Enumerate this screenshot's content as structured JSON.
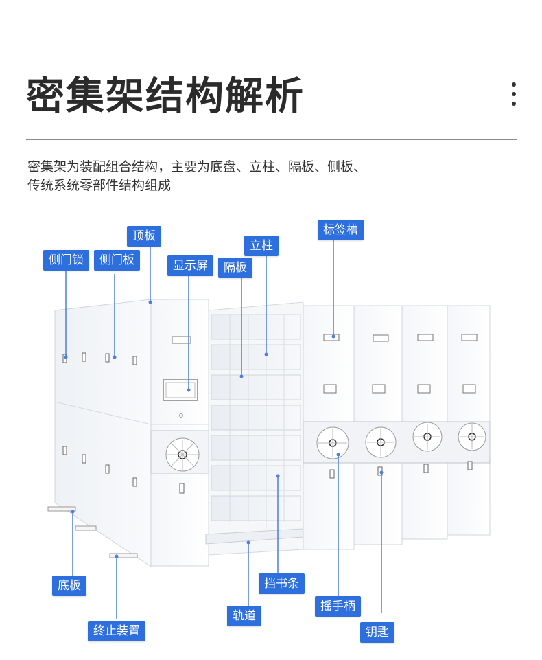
{
  "header": {
    "title": "密集架结构解析"
  },
  "intro": {
    "line1": "密集架为装配组合结构，主要为底盘、立柱、隔板、侧板、",
    "line2": "传统系统零部件结构组成"
  },
  "labels": {
    "top_panel": "顶板",
    "side_door_lock": "侧门锁",
    "side_door_panel": "侧门板",
    "display_screen": "显示屏",
    "partition": "隔板",
    "column": "立柱",
    "label_slot": "标签槽",
    "base_plate": "底板",
    "stop_device": "终止装置",
    "track": "轨道",
    "book_stopper": "挡书条",
    "handle": "摇手柄",
    "key": "钥匙"
  },
  "colors": {
    "accent": "#2e6fde",
    "leader": "#4a7fe0",
    "title": "#2b2b2b"
  }
}
